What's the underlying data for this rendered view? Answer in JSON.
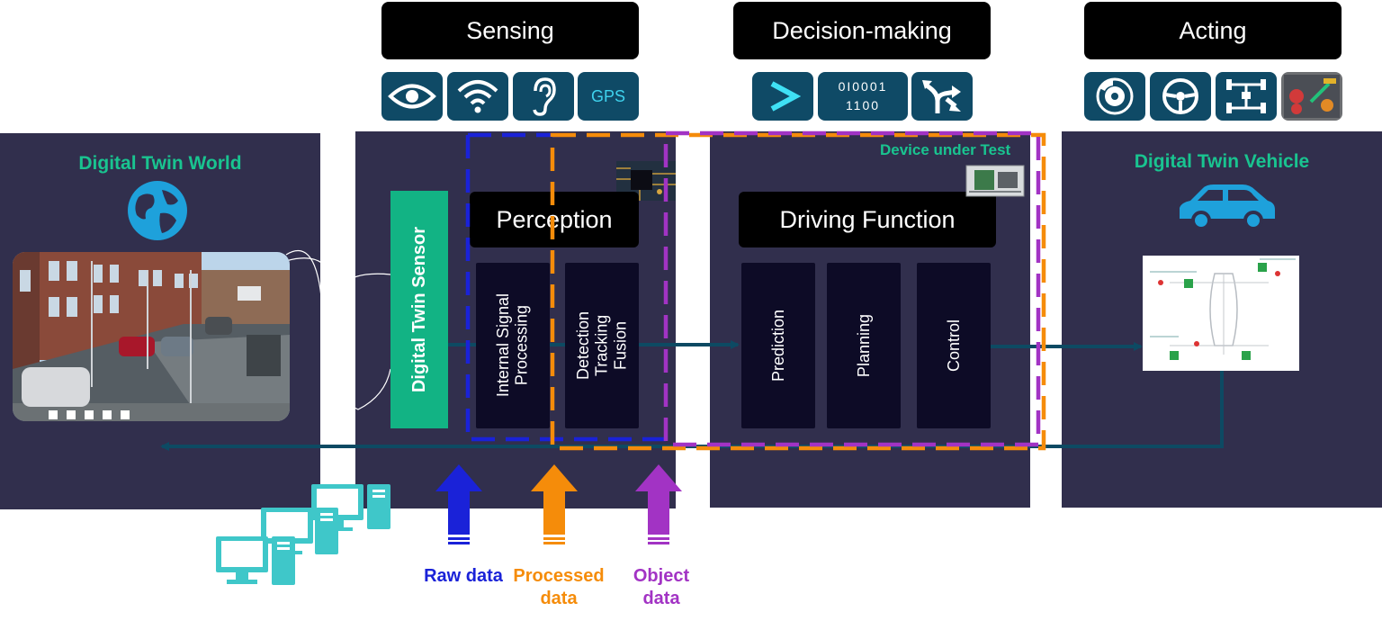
{
  "colors": {
    "panel": "#312f4d",
    "box": "#0d0b26",
    "icon_bg": "#0f4a66",
    "accent_green": "#19c490",
    "raw": "#1a22d8",
    "processed": "#f58c0a",
    "object": "#a233c4",
    "icon_cyan": "#3fc7c9"
  },
  "header": {
    "sensing": "Sensing",
    "decision": "Decision-making",
    "acting": "Acting"
  },
  "sensing_icons": {
    "gps": "GPS"
  },
  "decision_icons": {
    "binary": "0I0001\n1100"
  },
  "world": {
    "title": "Digital Twin World"
  },
  "sensor": {
    "label": "Digital Twin Sensor"
  },
  "perception": {
    "title": "Perception",
    "box1": "Internal Signal\nProcessing",
    "box2": "Detection\nTracking\nFusion"
  },
  "dut": {
    "label": "Device under Test"
  },
  "driving": {
    "title": "Driving Function",
    "prediction": "Prediction",
    "planning": "Planning",
    "control": "Control"
  },
  "vehicle": {
    "title": "Digital Twin Vehicle"
  },
  "legend": {
    "raw": "Raw data",
    "processed": "Processed\ndata",
    "object": "Object\ndata"
  }
}
